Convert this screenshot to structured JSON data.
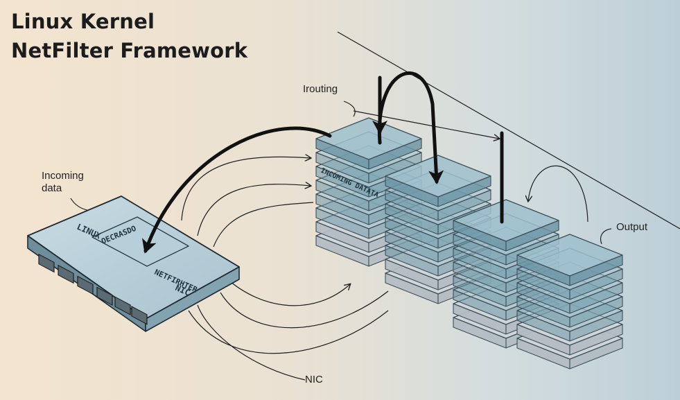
{
  "title_line1": "Linux Kernel",
  "title_line2": "NetFilter Framework",
  "labels": {
    "routing": "Irouting",
    "incoming": [
      "Incoming",
      "data"
    ],
    "output": "Output",
    "nic": "NIC"
  },
  "nic_card": {
    "text_linux": "LINUX",
    "text_inner": "OECRASDO",
    "text_netfilter": "NETFIRHTER",
    "text_nic": "NIC"
  },
  "stack_text": "INCOMING DATATA",
  "colors": {
    "glass": "#9fc0cc",
    "glass_dark": "#6f97a6",
    "chip_gray": "#cfd4d9",
    "arrow": "#111111"
  }
}
